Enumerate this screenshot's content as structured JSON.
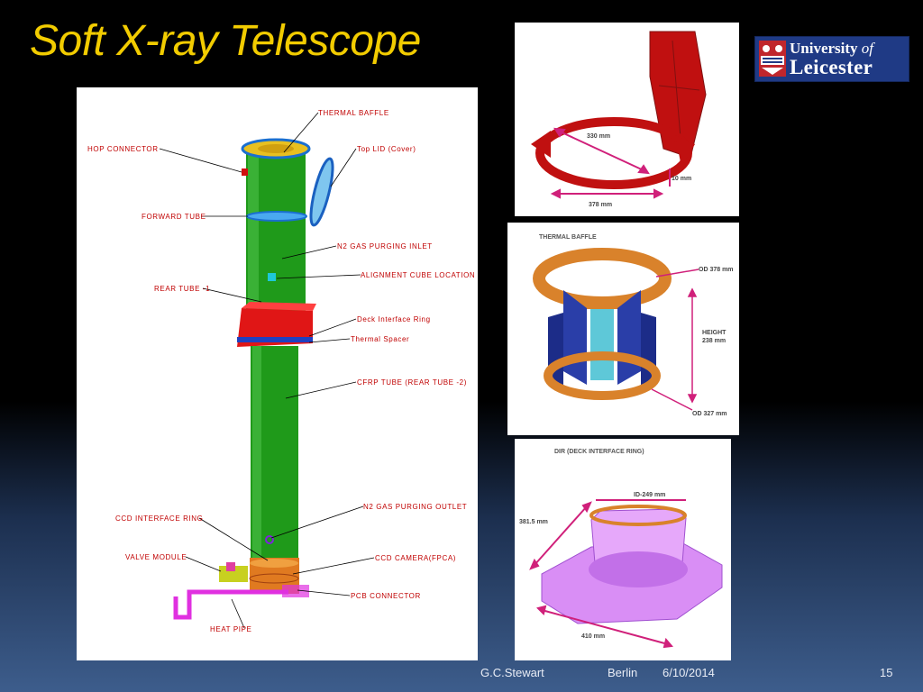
{
  "slide": {
    "title": "Soft X-ray Telescope"
  },
  "logo": {
    "line1": "University",
    "line1_suffix": "of",
    "line2": "Leicester"
  },
  "diagram": {
    "labels": {
      "thermal_baffle": "THERMAL BAFFLE",
      "hop_connector": "HOP CONNECTOR",
      "top_lid": "Top LID (Cover)",
      "forward_tube": "FORWARD TUBE",
      "n2_inlet": "N2 GAS PURGING INLET",
      "alignment_cube": "ALIGNMENT CUBE LOCATION",
      "rear_tube_1": "REAR TUBE -1",
      "deck_ring": "Deck Interface Ring",
      "thermal_spacer": "Thermal Spacer",
      "cfrp_tube": "CFRP TUBE (REAR TUBE -2)",
      "n2_outlet": "N2 GAS PURGING OUTLET",
      "ccd_ring": "CCD INTERFACE RING",
      "valve_module": "VALVE MODULE",
      "ccd_camera": "CCD CAMERA(FPCA)",
      "pcb_connector": "PCB CONNECTOR",
      "heat_pipe": "HEAT PIPE"
    }
  },
  "lid_render": {
    "dim_330": "330 mm",
    "dim_10": "10 mm",
    "dim_378": "378 mm"
  },
  "baffle_render": {
    "caption": "THERMAL BAFFLE",
    "od_top": "OD 378 mm",
    "height_line1": "HEIGHT",
    "height_line2": "238 mm",
    "od_bottom": "OD 327 mm"
  },
  "dir_render": {
    "caption": "DIR (DECK INTERFACE RING)",
    "id": "ID-249 mm",
    "height": "381.5 mm",
    "width": "410 mm"
  },
  "footer": {
    "author": "G.C.Stewart",
    "location": "Berlin",
    "date": "6/10/2014",
    "page": "15"
  },
  "colors": {
    "title": "#f2cc00",
    "tube_green": "#1f9a1a",
    "label_red": "#c00000",
    "lid_red": "#c01010",
    "baffle_orange": "#d9822b",
    "dir_violet": "#d98ef5"
  }
}
